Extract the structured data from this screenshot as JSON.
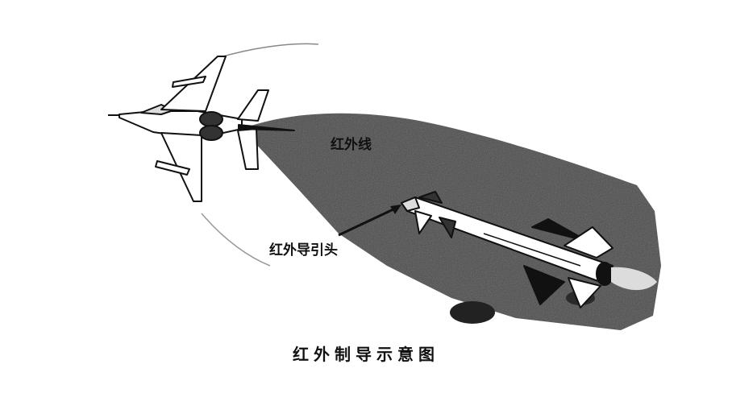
{
  "labels": {
    "infrared": "红外线",
    "seeker": "红外导引头"
  },
  "caption": "红外制导示意图",
  "icons": {
    "aircraft": "jet-fighter-icon",
    "missile": "missile-icon"
  },
  "colors": {
    "beam": "#4a4a4a",
    "ink": "#111111",
    "background": "#ffffff"
  }
}
